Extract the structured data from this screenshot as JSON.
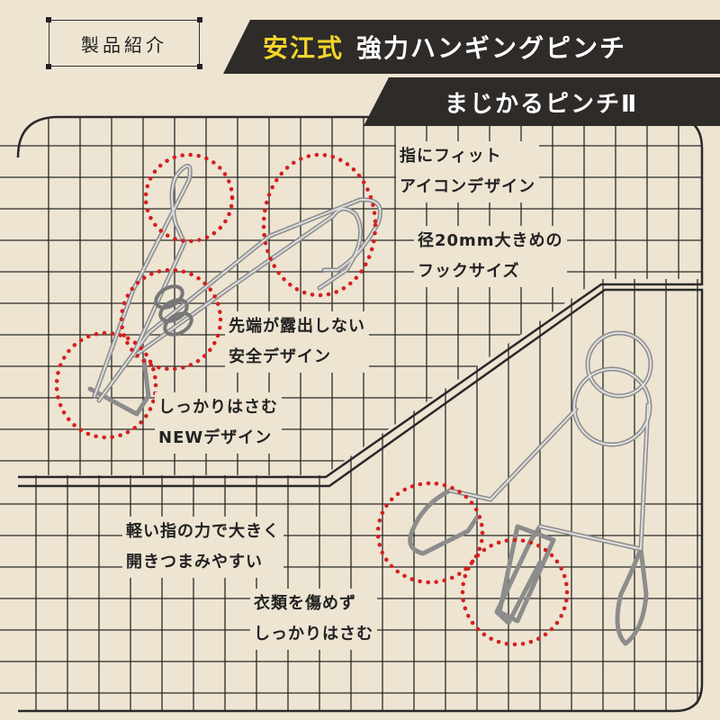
{
  "header": {
    "tag": "製品紹介",
    "brand": "安江式",
    "title_line1": "強力ハンギングピンチ",
    "title_line2": "まじかるピンチⅡ"
  },
  "features_top": [
    {
      "line1": "指にフィット",
      "line2": "アイコンデザイン"
    },
    {
      "line1": "径20mm大きめの",
      "line2": "フックサイズ"
    },
    {
      "line1": "先端が露出しない",
      "line2": "安全デザイン"
    },
    {
      "line1": "しっかりはさむ",
      "line2": "NEWデザイン"
    }
  ],
  "features_bottom": [
    {
      "line1": "軽い指の力で大きく",
      "line2": "開きつまみやすい"
    },
    {
      "line1": "衣類を傷めず",
      "line2": "しっかりはさむ"
    }
  ],
  "colors": {
    "background": "#ede4d2",
    "banner": "#2e2b29",
    "brand_text": "#f3d52a",
    "highlight_circle": "#d42020",
    "grid_line": "#2a2a2a"
  }
}
